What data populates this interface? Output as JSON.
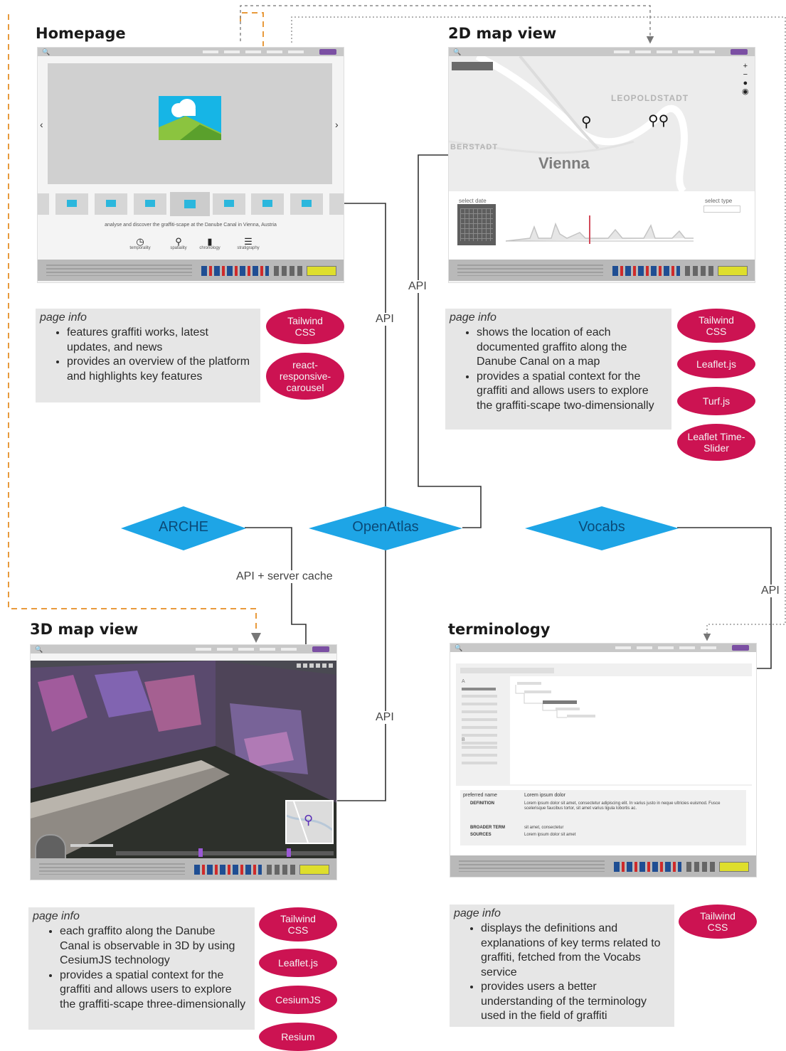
{
  "homepage": {
    "title": "Homepage",
    "tagline": "analyse and discover the graffiti-scape at the Danube Canal in Vienna, Austria",
    "features": [
      "temporality",
      "spatiality",
      "chronology",
      "stratigraphy"
    ],
    "info_heading": "page info",
    "info": [
      "features graffiti works, latest updates, and news",
      "provides an overview of the platform and highlights key features"
    ],
    "tech": [
      "Tailwind CSS",
      "react-responsive-carousel"
    ]
  },
  "map2d": {
    "title": "2D map view",
    "map_labels": [
      "LEOPOLDSTADT",
      "Vienna",
      "BERSTADT"
    ],
    "panel_labels": [
      "select date",
      "select type"
    ],
    "info_heading": "page info",
    "info": [
      "shows the location of each documented graffito along the Danube Canal on a map",
      "provides a spatial context for the graffiti and allows users to explore the graffiti-scape two-dimensionally"
    ],
    "tech": [
      "Tailwind CSS",
      "Leaflet.js",
      "Turf.js",
      "Leaflet Time-Slider"
    ]
  },
  "map3d": {
    "title": "3D map view",
    "info_heading": "page info",
    "info": [
      "each graffito along the Danube Canal is observable in 3D by using CesiumJS technology",
      "provides a spatial context for the graffiti and allows users to explore the graffiti-scape three-dimensionally"
    ],
    "tech": [
      "Tailwind CSS",
      "Leaflet.js",
      "CesiumJS",
      "Resium"
    ]
  },
  "terminology": {
    "title": "terminology",
    "entry": {
      "preferred_name_label": "preferred name",
      "preferred_name_value": "Lorem ipsum dolor",
      "definition_label": "DEFINITION",
      "definition_value": "Lorem ipsum dolor sit amet, consectetur adipiscing elit. In varius justo in neque ultricies euismod. Fusce scelerisque faucibus tortor, sit amet varius ligula lobortis ac.",
      "broader_label": "BROADER TERM",
      "broader_value": "sit amet, consectetur",
      "sources_label": "SOURCES",
      "sources_value": "Lorem ipsum dolor sit amet"
    },
    "info_heading": "page info",
    "info": [
      "displays the definitions and explanations of key terms related to graffiti, fetched from the Vocabs service",
      "provides users a better understanding of the terminology used in the field of graffiti"
    ],
    "tech": [
      "Tailwind CSS"
    ]
  },
  "sources": {
    "arche": "ARCHE",
    "openatlas": "OpenAtlas",
    "vocabs": "Vocabs"
  },
  "connectors": {
    "api": "API",
    "api_server_cache": "API + server cache"
  },
  "colors": {
    "pill": "#cc1352",
    "diamond": "#1ea5e6",
    "dashed_orange": "#e89a3c",
    "info_bg": "#e6e6e6"
  }
}
